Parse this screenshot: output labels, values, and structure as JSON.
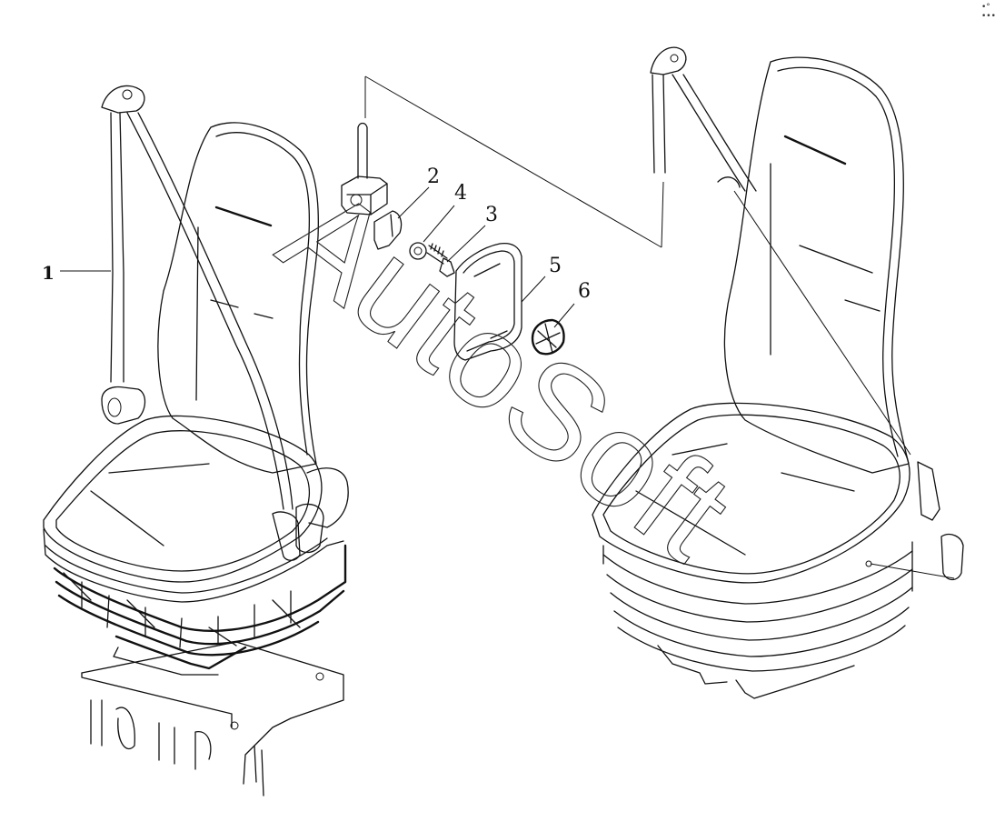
{
  "corner_mark": "•° •••",
  "watermark": "AutoSoft",
  "callouts": [
    {
      "id": "1",
      "text": "1"
    },
    {
      "id": "2",
      "text": "2"
    },
    {
      "id": "3",
      "text": "3"
    },
    {
      "id": "4",
      "text": "4"
    },
    {
      "id": "5",
      "text": "5"
    },
    {
      "id": "6",
      "text": "6"
    }
  ],
  "colors": {
    "line": "#111111",
    "background": "#ffffff"
  }
}
